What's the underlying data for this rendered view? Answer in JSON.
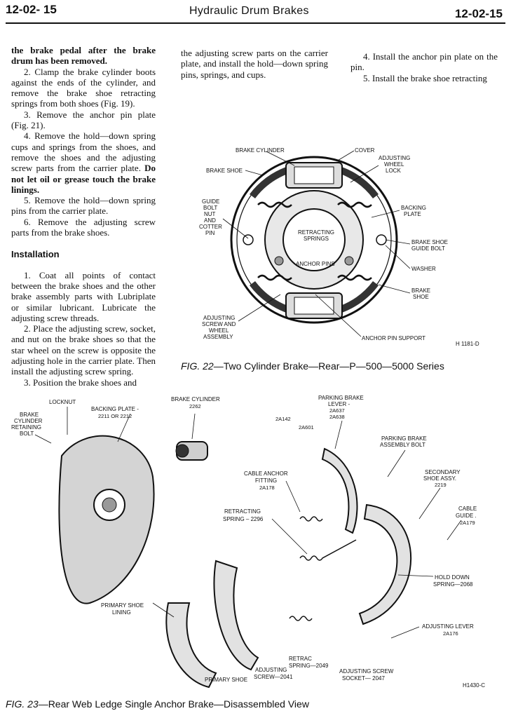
{
  "header": {
    "page_left": "12-02- 15",
    "title": "Hydraulic Drum Brakes",
    "page_right": "12-02-15"
  },
  "col1": {
    "p0": "the brake pedal after the brake drum has been removed.",
    "p2": "Clamp the brake cylinder boots against the ends of the cylinder, and remove the brake shoe retracting springs from both shoes (Fig. 19).",
    "p3": "Remove the anchor pin plate (Fig. 21).",
    "p4a": "Remove the hold—down spring cups and springs from the shoes, and remove the shoes and the adjusting screw parts from the carrier plate.",
    "p4b": "Do not let oil or grease touch the brake linings.",
    "p5": "Remove the hold—down spring pins from the carrier plate.",
    "p6": "Remove the adjusting screw parts from the brake shoes.",
    "installation": "Installation",
    "i1": "Coat all points of contact between the brake shoes and the other brake assembly parts with Lubriplate or similar lubricant. Lubricate the adjusting screw threads.",
    "i2": "Place the adjusting screw, socket, and nut on the brake shoes so that the star wheel on the screw is opposite the adjusting hole in the carrier plate. Then install the adjusting screw spring.",
    "i3": "Position the brake shoes and",
    "n2": "2.",
    "n3": "3.",
    "n4": "4.",
    "n5": "5.",
    "n6": "6.",
    "ni1": "1.",
    "ni2": "2.",
    "ni3": "3."
  },
  "col2": {
    "text": "the adjusting screw parts on the carrier plate, and install the hold—down spring pins, springs, and cups."
  },
  "col3": {
    "n4": "4.",
    "p4": "Install the anchor pin plate on the pin.",
    "n5": "5.",
    "p5": "Install the brake shoe retracting"
  },
  "fig22": {
    "labels": {
      "brake_cylinder": "BRAKE CYLINDER",
      "cover": "COVER",
      "adj_wheel_lock_1": "ADJUSTING",
      "adj_wheel_lock_2": "WHEEL",
      "adj_wheel_lock_3": "LOCK",
      "brake_shoe_tl": "BRAKE SHOE",
      "guide_1": "GUIDE",
      "guide_2": "BOLT",
      "guide_3": "NUT",
      "guide_4": "AND",
      "guide_5": "COTTER",
      "guide_6": "PIN",
      "backing_1": "BACKING",
      "backing_2": "PLATE",
      "retracting_1": "RETRACTING",
      "retracting_2": "SPRINGS",
      "shoe_guide_1": "BRAKE SHOE",
      "shoe_guide_2": "GUIDE BOLT",
      "anchor_pins": "ANCHOR PINS",
      "washer": "WASHER",
      "brake_shoe_r1": "BRAKE",
      "brake_shoe_r2": "SHOE",
      "adj_screw_1": "ADJUSTING",
      "adj_screw_2": "SCREW AND",
      "adj_screw_3": "WHEEL",
      "adj_screw_4": "ASSEMBLY",
      "anchor_support": "ANCHOR PIN SUPPORT",
      "ref": "H 1181-D"
    },
    "caption_fig": "FIG. 22",
    "caption_text": "—Two Cylinder Brake—Rear—P—500—5000 Series"
  },
  "fig23": {
    "labels": {
      "locknut": "LOCKNUT",
      "bcrb_1": "BRAKE",
      "bcrb_2": "CYLINDER",
      "bcrb_3": "RETAINING",
      "bcrb_4": "BOLT",
      "backing_1": "BACKING PLATE -",
      "backing_2": "2211 OR 2212",
      "cyl_1": "BRAKE CYLINDER",
      "cyl_2": "2262",
      "pbl_1": "PARKING BRAKE",
      "pbl_2": "LEVER -",
      "pbl_3": "2A637",
      "pbl_4": "2A638",
      "c2a142": "2A142",
      "c2a601": "2A601",
      "pbab_1": "PARKING BRAKE",
      "pbab_2": "ASSEMBLY BOLT",
      "caf_1": "CABLE ANCHOR",
      "caf_2": "FITTING",
      "caf_3": "2A178",
      "sec_1": "SECONDARY",
      "sec_2": "SHOE ASSY.",
      "sec_3": "2219",
      "ret_1": "RETRACTING",
      "ret_2": "SPRING – 2296",
      "cg_1": "CABLE",
      "cg_2": "GUIDE .",
      "cg_3": "2A179",
      "hd_1": "HOLD DOWN",
      "hd_2": "SPRING—2068",
      "psl_1": "PRIMARY SHOE",
      "psl_2": "LINING",
      "al_1": "ADJUSTING LEVER",
      "al_2": "2A176",
      "rs_1": "RETRAC",
      "rs_2": "SPRING—2049",
      "as_1": "ADJUSTING",
      "as_2": "SCREW—2041",
      "primary_shoe": "PRIMARY SHOE",
      "ass_1": "ADJUSTING SCREW",
      "ass_2": "SOCKET— 2047",
      "ref": "H1430-C"
    },
    "caption_fig": "FIG. 23",
    "caption_text": "—Rear Web Ledge Single Anchor Brake—Disassembled View"
  }
}
